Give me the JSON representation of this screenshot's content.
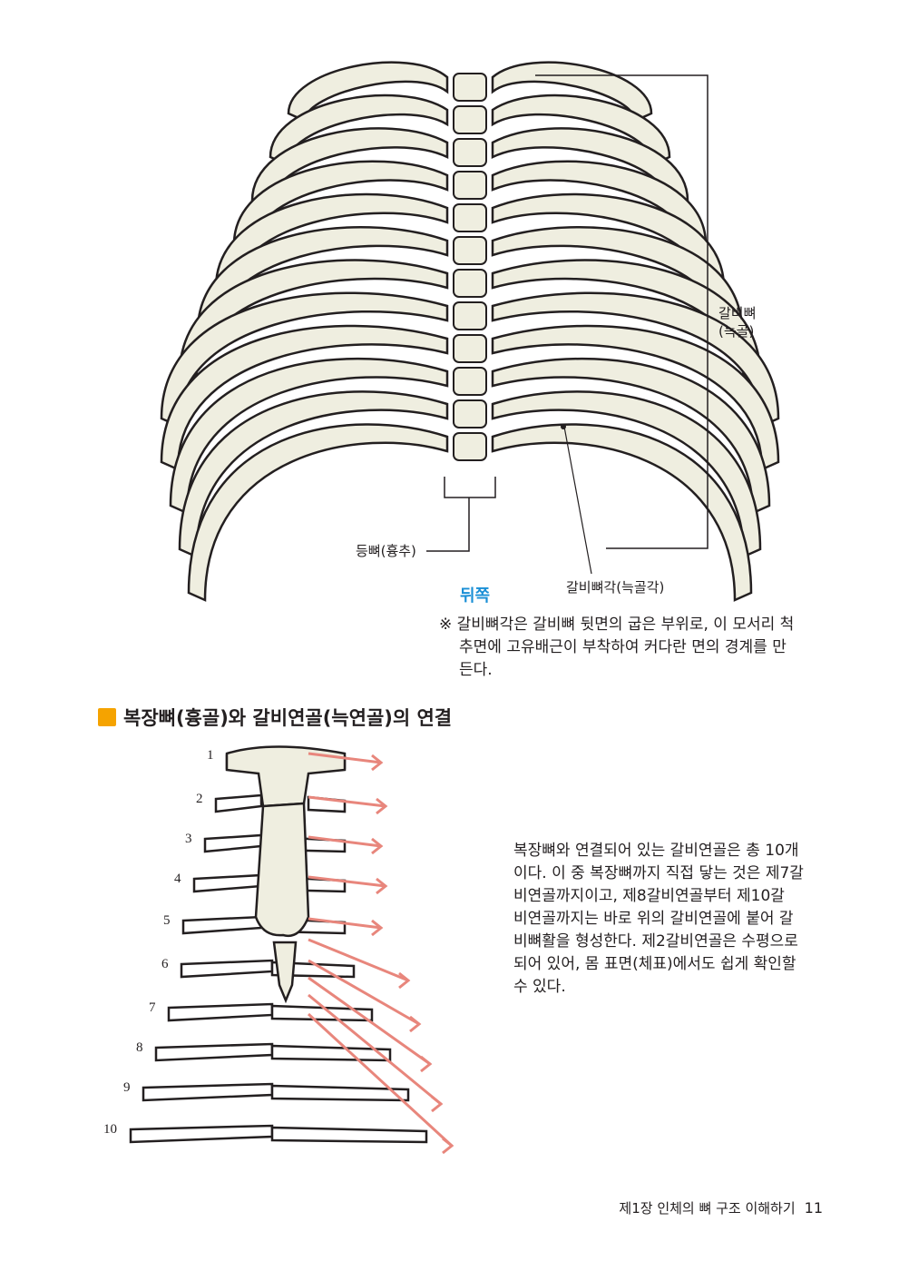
{
  "figure_top": {
    "labels": {
      "ribs": [
        "갈비뼈",
        "(늑골)"
      ],
      "spine": "등뼈(흉추)",
      "view": "뒤쪽",
      "rib_angle": "갈비뼈각(늑골각)"
    },
    "note": [
      "※ 갈비뼈각은 갈비뼈 뒷면의 굽은 부위로, 이 모서리 척",
      "추면에 고유배근이 부착하여 커다란 면의 경계를 만",
      "든다."
    ]
  },
  "section": {
    "title": "복장뼈(흉골)와 갈비연골(늑연골)의 연결",
    "accent_color": "#f5a300"
  },
  "figure_bottom": {
    "rib_numbers": [
      "1",
      "2",
      "3",
      "4",
      "5",
      "6",
      "7",
      "8",
      "9",
      "10"
    ],
    "arrow_color": "#e8867c"
  },
  "body": [
    "복장뼈와 연결되어 있는 갈비연골은 총 10개",
    "이다. 이 중 복장뼈까지 직접 닿는 것은 제7갈",
    "비연골까지이고, 제8갈비연골부터 제10갈",
    "비연골까지는 바로 위의 갈비연골에 붙어 갈",
    "비뼈활을 형성한다. 제2갈비연골은 수평으로",
    "되어 있어, 몸 표면(체표)에서도 쉽게 확인할",
    "수 있다."
  ],
  "footer": {
    "chapter": "제1장  인체의 뼈 구조 이해하기",
    "page": "11"
  }
}
